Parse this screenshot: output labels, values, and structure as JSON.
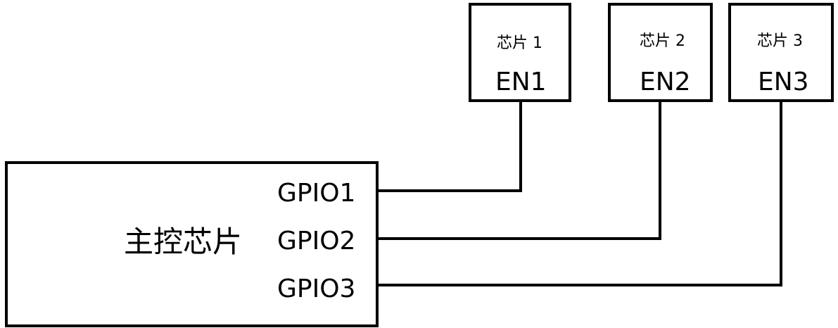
{
  "main_chip": {
    "name": "主控芯片",
    "pins": [
      "GPIO1",
      "GPIO2",
      "GPIO3"
    ]
  },
  "sub_chips": [
    {
      "name": "芯片 1",
      "pin": "EN1"
    },
    {
      "name": "芯片 2",
      "pin": "EN2"
    },
    {
      "name": "芯片 3",
      "pin": "EN3"
    }
  ],
  "connections": [
    {
      "from": "GPIO1",
      "to": "EN1"
    },
    {
      "from": "GPIO2",
      "to": "EN2"
    },
    {
      "from": "GPIO3",
      "to": "EN3"
    }
  ]
}
